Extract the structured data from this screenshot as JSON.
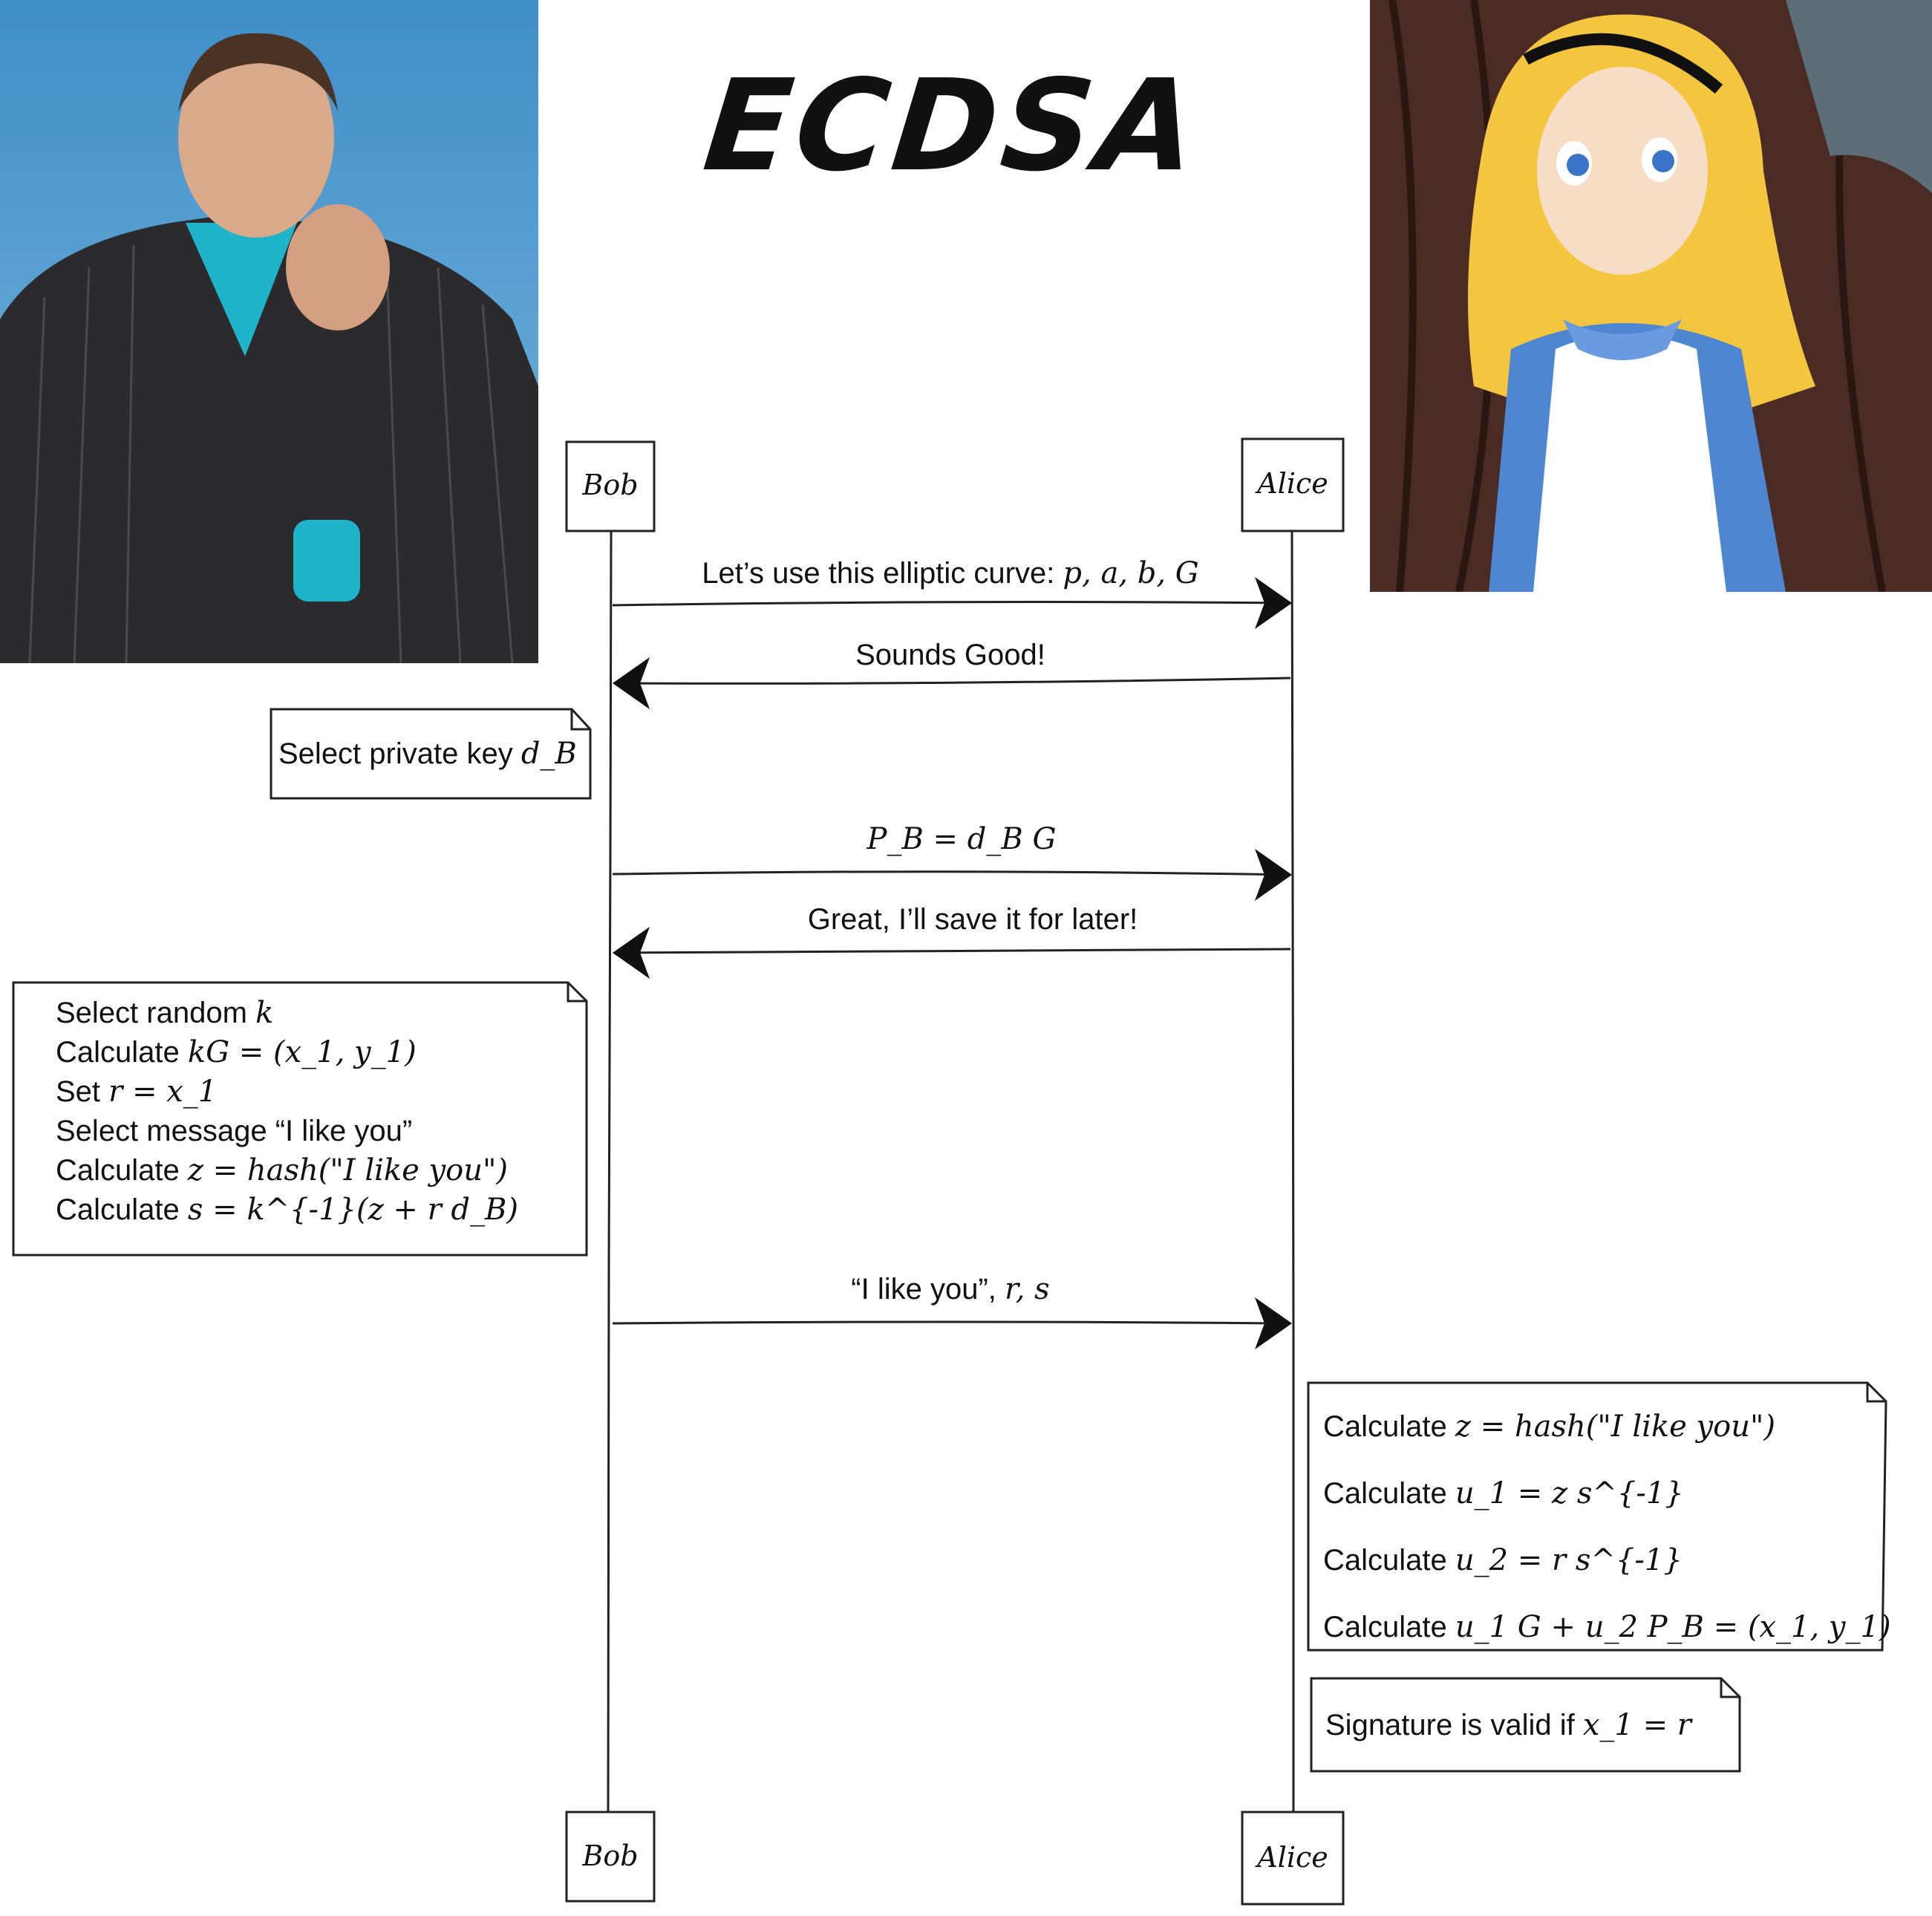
{
  "title": "ECDSA",
  "actors": {
    "left": "Bob",
    "right": "Alice"
  },
  "messages": [
    {
      "direction": "right",
      "text": "Let’s use this elliptic curve: ",
      "math": "p, a, b, G"
    },
    {
      "direction": "left",
      "text": "Sounds Good!",
      "math": ""
    },
    {
      "direction": "right",
      "text": "",
      "math": "P_B = d_B G"
    },
    {
      "direction": "left",
      "text": "Great, I’ll save it for later!",
      "math": ""
    },
    {
      "direction": "right",
      "text": "“I like you”, ",
      "math": "r, s"
    }
  ],
  "notes": {
    "bob_key": [
      {
        "text": "Select private key ",
        "math": "d_B"
      }
    ],
    "bob_sign": [
      {
        "text": "Select random ",
        "math": "k"
      },
      {
        "text": "Calculate ",
        "math": "kG = (x_1,  y_1)"
      },
      {
        "text": "Set ",
        "math": "r = x_1"
      },
      {
        "text": "Select message “I like you”",
        "math": ""
      },
      {
        "text": "Calculate ",
        "math": "z = hash(\"I like you\")"
      },
      {
        "text": "Calculate ",
        "math": "s = k^{-1}(z + r d_B)"
      }
    ],
    "alice_verify": [
      {
        "text": "Calculate ",
        "math": "z = hash(\"I like you\")"
      },
      {
        "text": "Calculate ",
        "math": "u_1 = z s^{-1}"
      },
      {
        "text": "Calculate ",
        "math": "u_2 = r s^{-1}"
      },
      {
        "text": "Calculate ",
        "math": "u_1 G + u_2 P_B = (x_1,  y_1)"
      }
    ],
    "alice_result": [
      {
        "text": "Signature is valid if ",
        "math": "x_1 = r"
      }
    ]
  }
}
